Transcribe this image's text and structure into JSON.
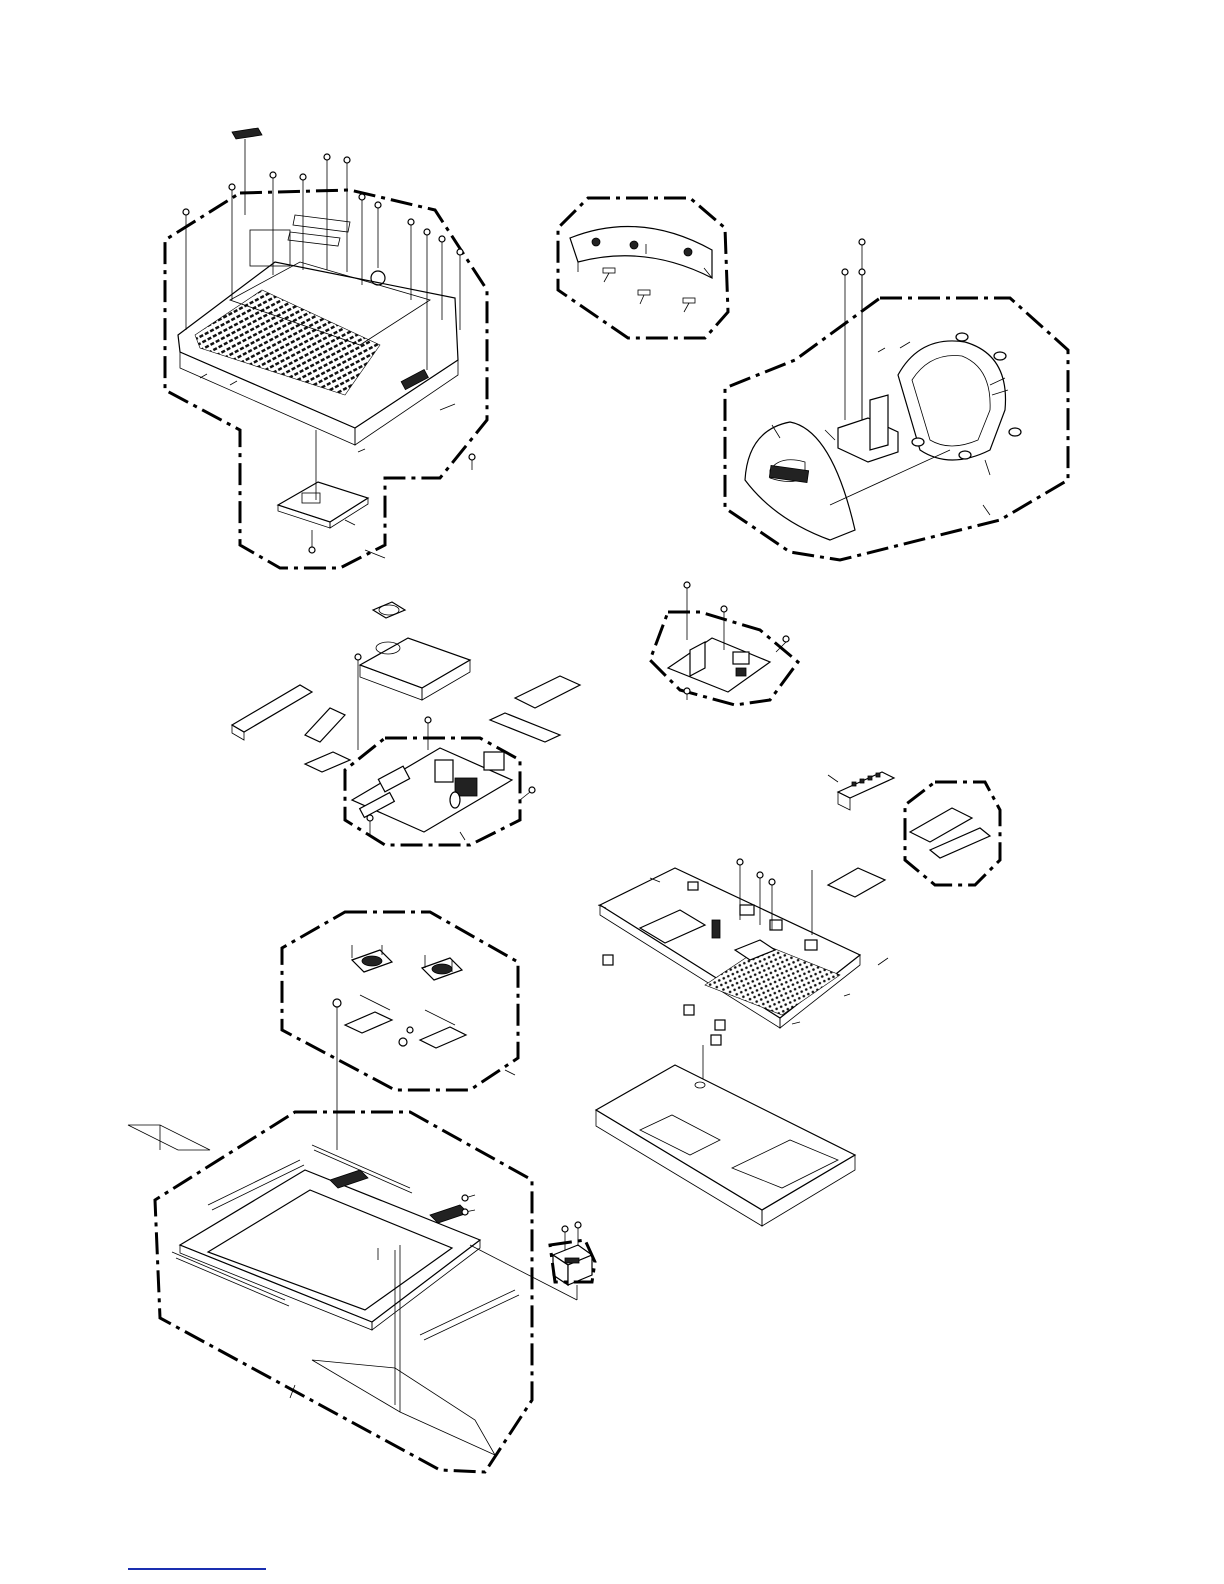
{
  "page": {
    "title": "",
    "background": "#ffffff"
  },
  "diagram": {
    "type": "exploded-view",
    "line_color": "#000000",
    "visible_text": [],
    "callout_labels_printed": false
  },
  "assemblies": [
    {
      "key": "rear-cover",
      "label": ""
    },
    {
      "key": "stand-cover",
      "label": ""
    },
    {
      "key": "stand-base",
      "label": ""
    },
    {
      "key": "av-terminal-pcb",
      "label": ""
    },
    {
      "key": "power-supply-pcb",
      "label": ""
    },
    {
      "key": "side-control-buttons",
      "label": ""
    },
    {
      "key": "main-chassis-pcb",
      "label": ""
    },
    {
      "key": "speakers",
      "label": ""
    },
    {
      "key": "front-bezel",
      "label": ""
    },
    {
      "key": "lcd-panel",
      "label": ""
    }
  ],
  "footer": {
    "link_color": "#1a2fb0",
    "link_text": ""
  }
}
